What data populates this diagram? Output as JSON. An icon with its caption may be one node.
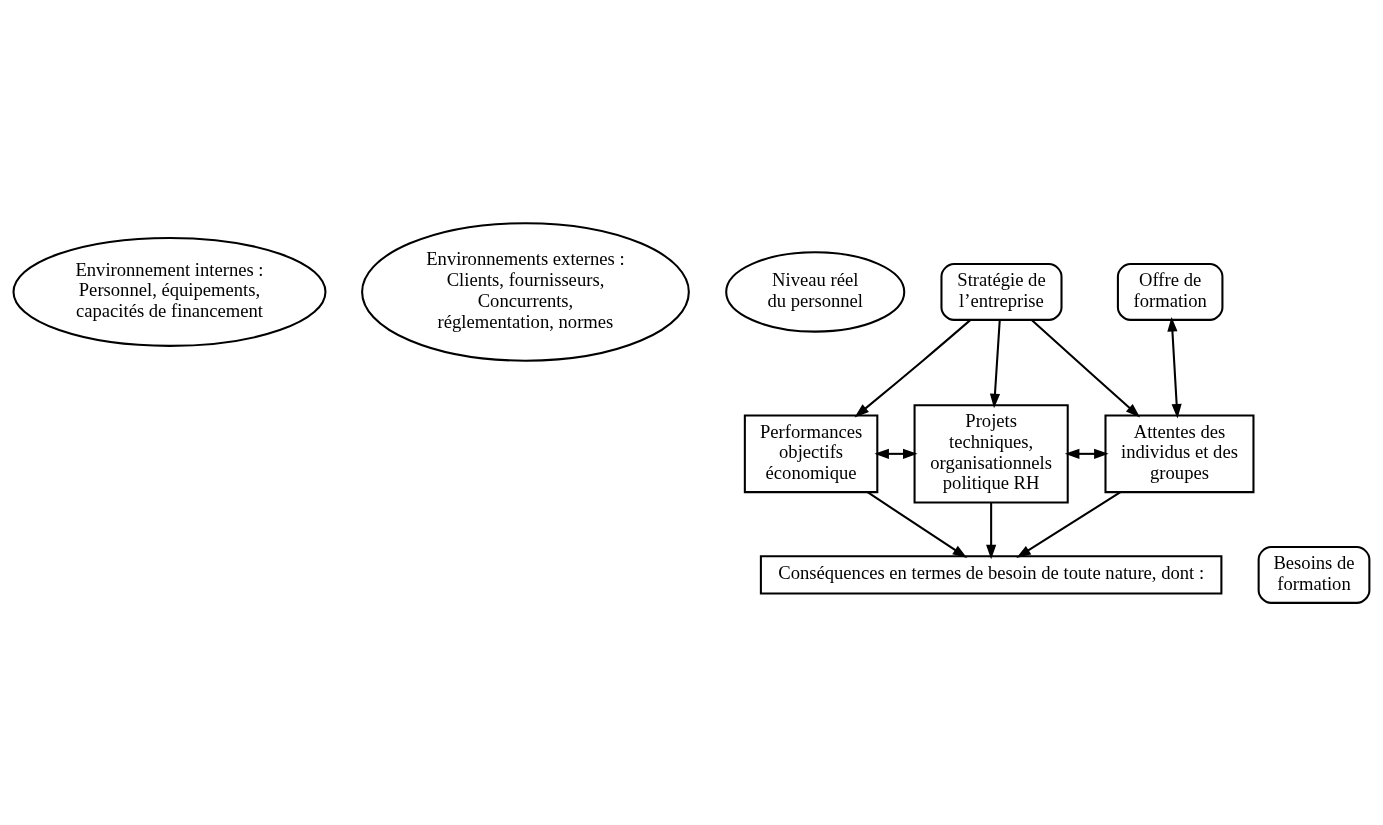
{
  "diagram": {
    "nodes": [
      {
        "text": [
          "Environnement internes : Personnel, équipements, capacités de financement"
        ]
      },
      {
        "text": [
          "Niveau réel du personnel"
        ]
      },
      {
        "text": [
          "Environnements externes : Clients, fournisseurs, Concurrents, réglementation, normes"
        ]
      },
      {
        "text": [
          "Stratégie de l’entreprise"
        ]
      },
      {
        "text": [
          "Offre de formation"
        ]
      },
      {
        "text": [
          "Performances objectifs économique"
        ]
      },
      {
        "text": [
          "Projets techniques, organisationnels politique RH"
        ]
      },
      {
        "text": [
          "Attentes des individus et des groupes"
        ]
      },
      {
        "text": [
          "Conséquences en termes de besoin de toute nature, dont :"
        ]
      },
      {
        "text": [
          "Besoins de formation"
        ]
      }
    ],
    "edges": [
      {
        "from": 3,
        "to": 5,
        "arrow": "to"
      },
      {
        "from": 3,
        "to": 6,
        "arrow": "to"
      },
      {
        "from": 3,
        "to": 7,
        "arrow": "to"
      },
      {
        "from": 7,
        "to": 4,
        "arrow": "both"
      },
      {
        "from": 5,
        "to": 6,
        "arrow": "both"
      },
      {
        "from": 6,
        "to": 7,
        "arrow": "both"
      },
      {
        "from": 5,
        "to": 8,
        "arrow": "to"
      },
      {
        "from": 6,
        "to": 8,
        "arrow": "to"
      },
      {
        "from": 7,
        "to": 8,
        "arrow": "to"
      }
    ]
  }
}
